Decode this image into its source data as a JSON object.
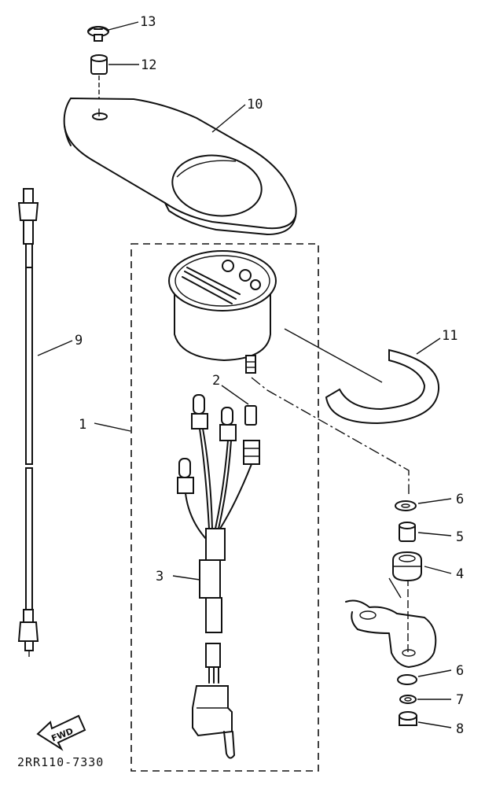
{
  "diagram": {
    "part_code": "2RR110-7330",
    "fwd_label": "FWD",
    "callouts": [
      {
        "id": "1",
        "label": "1"
      },
      {
        "id": "2",
        "label": "2"
      },
      {
        "id": "3",
        "label": "3"
      },
      {
        "id": "4",
        "label": "4"
      },
      {
        "id": "5",
        "label": "5"
      },
      {
        "id": "6a",
        "label": "6"
      },
      {
        "id": "6b",
        "label": "6"
      },
      {
        "id": "7",
        "label": "7"
      },
      {
        "id": "8",
        "label": "8"
      },
      {
        "id": "9",
        "label": "9"
      },
      {
        "id": "10",
        "label": "10"
      },
      {
        "id": "11",
        "label": "11"
      },
      {
        "id": "12",
        "label": "12"
      },
      {
        "id": "13",
        "label": "13"
      }
    ]
  }
}
